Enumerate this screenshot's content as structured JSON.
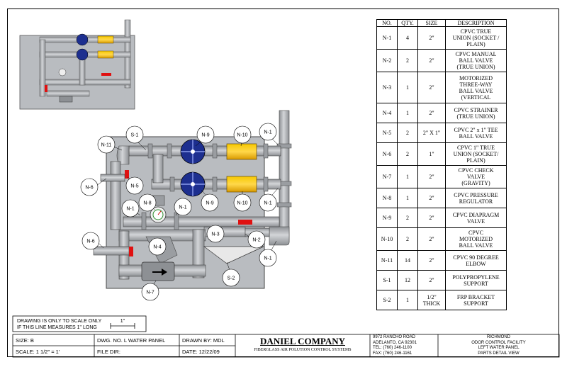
{
  "bom": {
    "headers": [
      "NO.",
      "QTY.",
      "SIZE",
      "DESCRIPTION"
    ],
    "rows": [
      {
        "no": "N-1",
        "qty": "4",
        "size": "2\"",
        "desc": [
          "CPVC TRUE",
          "UNION (SOCKET /",
          "PLAIN)"
        ]
      },
      {
        "no": "N-2",
        "qty": "2",
        "size": "2\"",
        "desc": [
          "CPVC MANUAL",
          "BALL VALVE",
          "(TRUE UNION)"
        ]
      },
      {
        "no": "N-3",
        "qty": "1",
        "size": "2\"",
        "desc": [
          "MOTORIZED",
          "THREE-WAY",
          "BALL VALVE",
          "(VERTICAL"
        ]
      },
      {
        "no": "N-4",
        "qty": "1",
        "size": "2\"",
        "desc": [
          "CPVC STRAINER",
          "(TRUE UNION)"
        ]
      },
      {
        "no": "N-5",
        "qty": "2",
        "size": "2\" X 1\"",
        "desc": [
          "CPVC 2\" x 1\" TEE",
          "BALL VALVE"
        ]
      },
      {
        "no": "N-6",
        "qty": "2",
        "size": "1\"",
        "desc": [
          "CPVC 1\" TRUE",
          "UNION (SOCKET/",
          "PLAIN)"
        ]
      },
      {
        "no": "N-7",
        "qty": "1",
        "size": "2\"",
        "desc": [
          "CPVC CHECK",
          "VALVE",
          "(GRAVITY)"
        ]
      },
      {
        "no": "N-8",
        "qty": "1",
        "size": "2\"",
        "desc": [
          "CPVC PRESSURE",
          "REGULATOR"
        ]
      },
      {
        "no": "N-9",
        "qty": "2",
        "size": "2\"",
        "desc": [
          "CPVC DIAPRAGM",
          "VALVE"
        ]
      },
      {
        "no": "N-10",
        "qty": "2",
        "size": "2\"",
        "desc": [
          "CPVC",
          "MOTORIZED",
          "BALL VALVE"
        ]
      },
      {
        "no": "N-11",
        "qty": "14",
        "size": "2\"",
        "desc": [
          "CPVC 90 DEGREE",
          "ELBOW"
        ]
      },
      {
        "no": "S-1",
        "qty": "12",
        "size": "2\"",
        "desc": [
          "POLYPROPYLENE",
          "SUPPORT"
        ]
      },
      {
        "no": "S-2",
        "qty": "1",
        "size": "1/2\" THICK",
        "desc": [
          "FRP BRACKET",
          "SUPPORT"
        ]
      }
    ]
  },
  "callouts": {
    "n11": "N-11",
    "s1": "S-1",
    "n9a": "N-9",
    "n10a": "N-10",
    "n1a": "N-1",
    "n6a": "N-6",
    "n5": "N-5",
    "n9b": "N-9",
    "n10b": "N-10",
    "n1b": "N-1",
    "n8": "N-8",
    "n1c": "N-1",
    "n1d": "N-1",
    "n3": "N-3",
    "n2": "N-2",
    "n6b": "N-6",
    "n4": "N-4",
    "n1e": "N-1",
    "s2": "S-2",
    "n7": "N-7"
  },
  "scale_note": {
    "line1": "DRAWING IS ONLY TO SCALE ONLY",
    "line2": "IF THIS LINE MEASURES 1\" LONG",
    "bar_label": "1\""
  },
  "title_block": {
    "size": "SIZE: B",
    "scale": "SCALE: 1 1/2\" = 1'",
    "dwg_no": "DWG. NO. L WATER PANEL",
    "file_dir": "FILE DIR:",
    "drawn_by": "DRAWN BY: MDL",
    "date": "DATE: 12/22/09",
    "company": "DANIEL COMPANY",
    "company_sub": "FIBERGLASS AIR POLUTION CONTROL SYSTEMS",
    "address1": "9972 RANCHO ROAD",
    "address2": "ADELANTO, CA 92301",
    "tel": "TEL: (760) 246-1100",
    "fax": "FAX: (760) 246-1161",
    "project1": "RICHMOND",
    "project2": "ODOR CONTROL FACILITY",
    "project3": "LEFT WATER PANEL",
    "project4": "PARTS DETAIL VIEW"
  },
  "colors": {
    "panel": "#b9bcc0",
    "pipe": "#a9acb0",
    "valve_blue": "#1d2f8f",
    "actuator_yellow": "#f2b400",
    "handle_red": "#e01010"
  }
}
